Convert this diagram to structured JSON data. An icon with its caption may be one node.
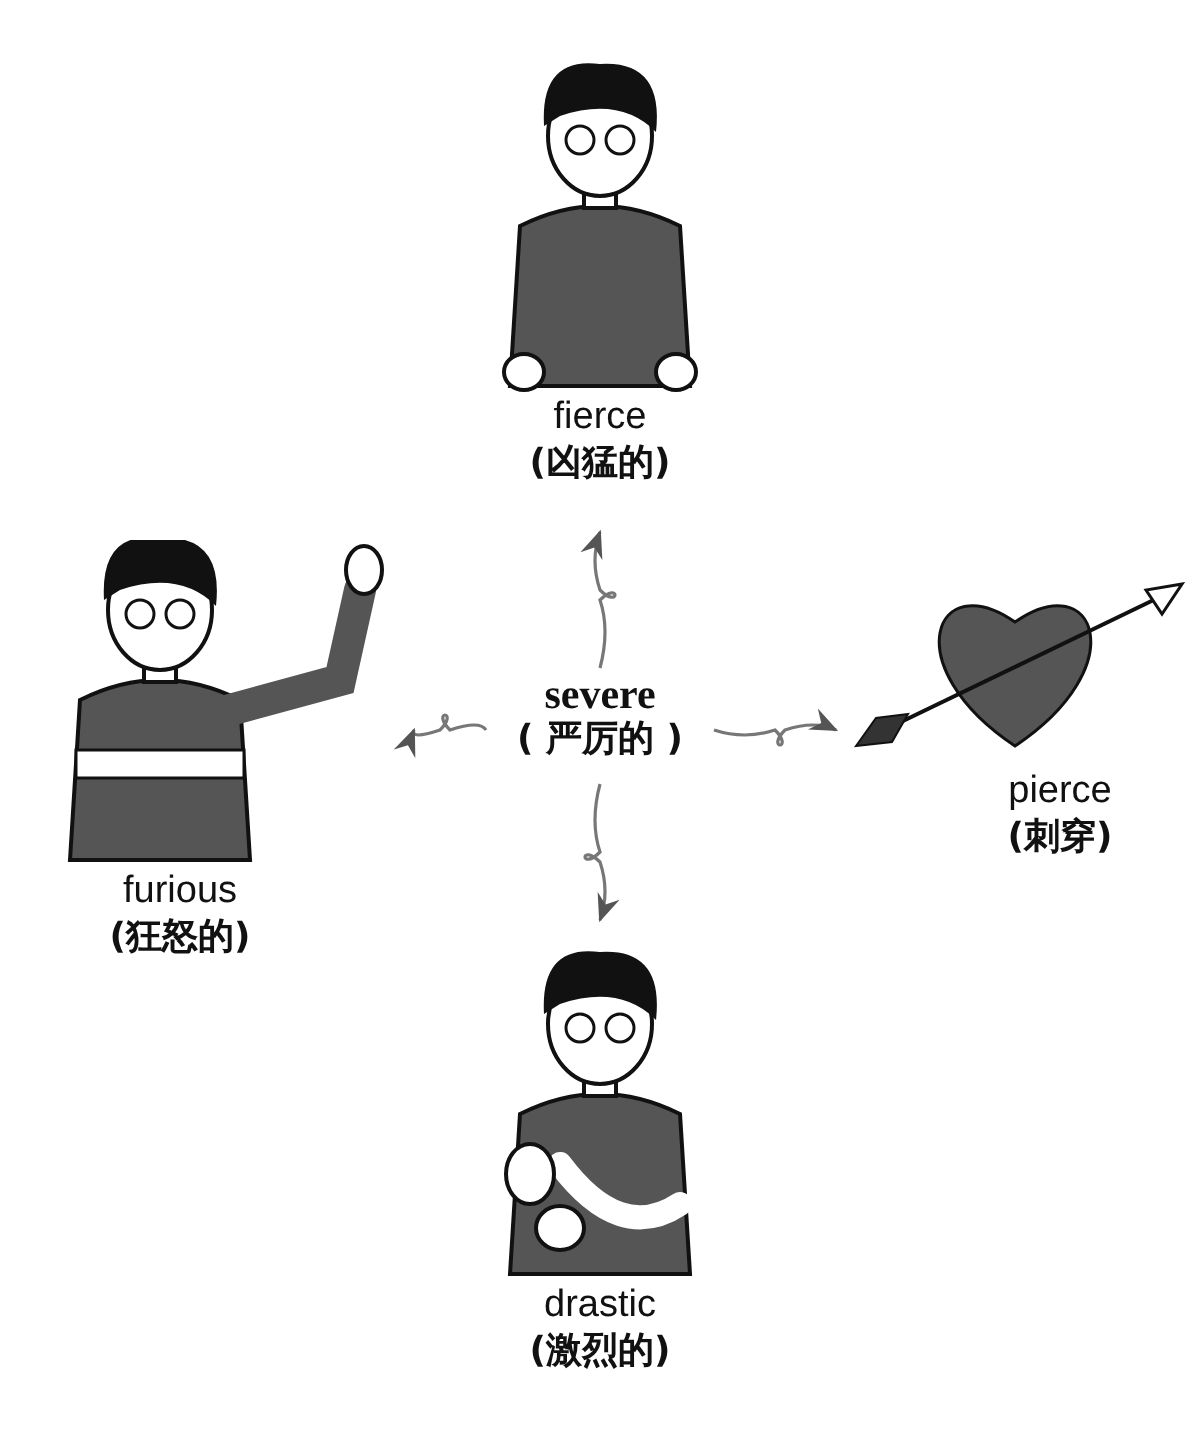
{
  "diagram": {
    "nodes": [
      {
        "text": [
          "severe",
          "( 严厉的 )"
        ]
      },
      {
        "text": [
          "fierce",
          "(凶猛的)"
        ]
      },
      {
        "text": [
          "furious",
          "(狂怒的)"
        ]
      },
      {
        "text": [
          "pierce",
          "(刺穿)"
        ]
      },
      {
        "text": [
          "drastic",
          "(激烈的)"
        ]
      }
    ],
    "edges": [
      {
        "from": 0,
        "to": 1,
        "arrow": "to"
      },
      {
        "from": 0,
        "to": 2,
        "arrow": "to"
      },
      {
        "from": 0,
        "to": 3,
        "arrow": "to"
      },
      {
        "from": 0,
        "to": 4,
        "arrow": "to"
      }
    ]
  }
}
